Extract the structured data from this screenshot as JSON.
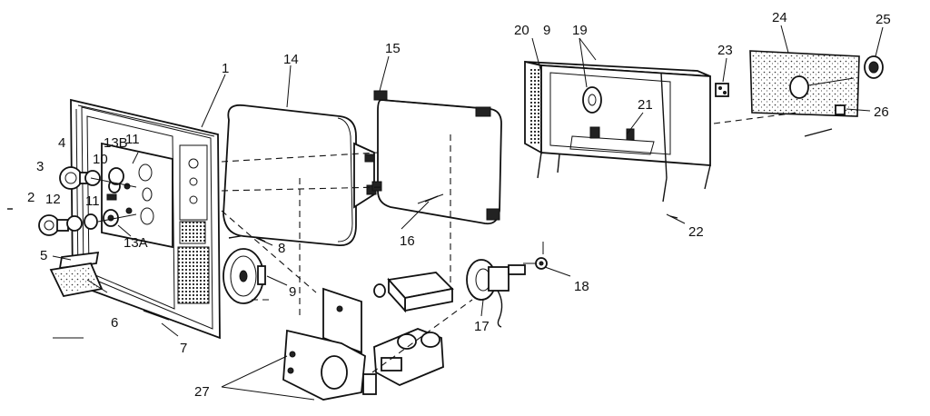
{
  "labels": {
    "l1": "1",
    "l2": "2",
    "l3": "3",
    "l4": "4",
    "l5": "5",
    "l6": "6",
    "l7": "7",
    "l8": "8",
    "l9a": "9",
    "l9b": "9",
    "l10": "10",
    "l11": "11",
    "l11b": "11",
    "l12": "12",
    "l13a": "13A",
    "l13b": "13B",
    "l14": "14",
    "l15": "15",
    "l16": "16",
    "l17": "17",
    "l18": "18",
    "l19": "19",
    "l20": "20",
    "l21": "21",
    "l22": "22",
    "l23": "23",
    "l24": "24",
    "l25": "25",
    "l26": "26",
    "l27": "27"
  }
}
